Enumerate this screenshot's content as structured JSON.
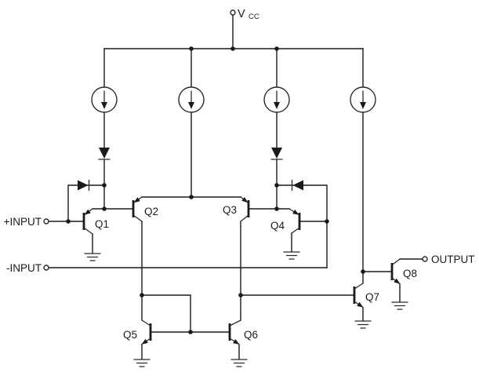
{
  "diagram": {
    "type": "circuit-schematic",
    "description": "Comparator / op-amp simplified internal schematic with PNP Darlington differential input stage, current mirror load, and open-collector output",
    "colors": {
      "line": "#1a1a1a",
      "background": "#ffffff"
    },
    "labels": {
      "vcc_main": "V",
      "vcc_sub": "CC",
      "plus_input": "+INPUT",
      "minus_input": "-INPUT",
      "output": "OUTPUT",
      "q1": "Q1",
      "q2": "Q2",
      "q3": "Q3",
      "q4": "Q4",
      "q5": "Q5",
      "q6": "Q6",
      "q7": "Q7",
      "q8": "Q8"
    },
    "components": {
      "transistors": [
        {
          "name": "Q1",
          "type": "PNP",
          "role": "input emitter-follower, +INPUT"
        },
        {
          "name": "Q2",
          "type": "PNP",
          "role": "differential pair left"
        },
        {
          "name": "Q3",
          "type": "PNP",
          "role": "differential pair right"
        },
        {
          "name": "Q4",
          "type": "PNP",
          "role": "input emitter-follower, -INPUT"
        },
        {
          "name": "Q5",
          "type": "NPN",
          "role": "current mirror, diode-connected"
        },
        {
          "name": "Q6",
          "type": "NPN",
          "role": "current mirror output"
        },
        {
          "name": "Q7",
          "type": "NPN",
          "role": "gain stage"
        },
        {
          "name": "Q8",
          "type": "NPN",
          "role": "open-collector output"
        }
      ],
      "current_sources_count": 4,
      "diodes_count": 4,
      "ground_symbols_count": 6
    }
  }
}
